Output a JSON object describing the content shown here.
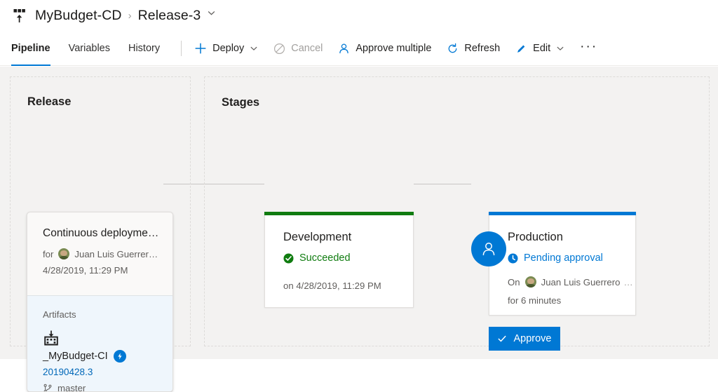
{
  "header": {
    "icon": "release-pipeline-icon",
    "project": "MyBudget-CD",
    "separator": "›",
    "release": "Release-3",
    "dropdown_icon": "chevron-down-icon"
  },
  "commandbar": {
    "tabs": [
      {
        "label": "Pipeline",
        "active": true
      },
      {
        "label": "Variables",
        "active": false
      },
      {
        "label": "History",
        "active": false
      }
    ],
    "actions": [
      {
        "label": "Deploy",
        "icon": "plus-icon",
        "chevron": "chevron-down-icon",
        "disabled": false
      },
      {
        "label": "Cancel",
        "icon": "cancel-circle-icon",
        "disabled": true
      },
      {
        "label": "Approve multiple",
        "icon": "person-icon",
        "disabled": false
      },
      {
        "label": "Refresh",
        "icon": "refresh-icon",
        "disabled": false
      },
      {
        "label": "Edit",
        "icon": "pencil-icon",
        "chevron": "chevron-down-icon",
        "disabled": false
      }
    ],
    "overflow_label": "···"
  },
  "panels": {
    "release": {
      "title": "Release"
    },
    "stages": {
      "title": "Stages"
    }
  },
  "release_card": {
    "name": "Continuous deployme…",
    "for_label": "for",
    "requested_by": "Juan Luis Guerrer…",
    "avatar": "user-avatar",
    "date": "4/28/2019, 11:29 PM",
    "artifacts_title": "Artifacts",
    "artifact_icon": "build-drop-icon",
    "artifact_name": "_MyBudget-CI",
    "artifact_badge_icon": "trigger-lightning-icon",
    "artifact_version": "20190428.3",
    "branch_icon": "branch-icon",
    "branch": "master"
  },
  "stages": [
    {
      "name": "Development",
      "status": "Succeeded",
      "status_icon": "success-check-circle-icon",
      "status_color": "#107c10",
      "topbar_color": "#107c10",
      "meta": "on 4/28/2019, 11:29 PM"
    },
    {
      "name": "Production",
      "status": "Pending approval",
      "status_icon": "clock-icon",
      "status_color": "#0078d4",
      "topbar_color": "#0078d4",
      "approver_bubble_icon": "person-icon",
      "on_label": "On",
      "approver": "Juan Luis Guerrero",
      "approver_avatar": "user-avatar",
      "approver_overflow": "…",
      "duration": "for 6 minutes",
      "approve_button": "Approve",
      "approve_icon": "check-icon"
    }
  ],
  "colors": {
    "accent": "#0078d4",
    "success": "#107c10",
    "link": "#0067b8",
    "canvas": "#f3f2f1"
  }
}
